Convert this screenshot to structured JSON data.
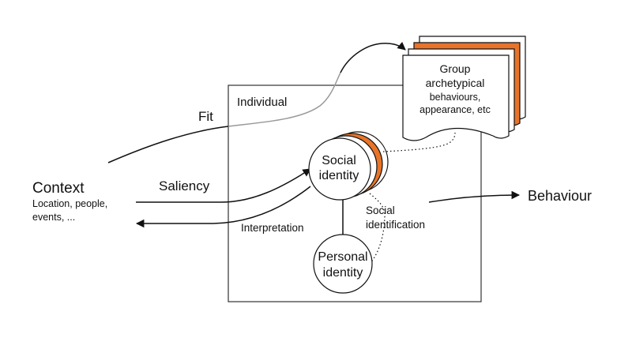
{
  "diagram": {
    "context": {
      "title": "Context",
      "detail_line1": "Location, people,",
      "detail_line2": "events, ..."
    },
    "individual_label": "Individual",
    "fit_label": "Fit",
    "saliency_label": "Saliency",
    "interpretation_label": "Interpretation",
    "social_identity": {
      "line1": "Social",
      "line2": "identity"
    },
    "personal_identity": {
      "line1": "Personal",
      "line2": "identity"
    },
    "social_identification": {
      "line1": "Social",
      "line2": "identification"
    },
    "group_card": {
      "line1": "Group",
      "line2": "archetypical",
      "line3": "behaviours,",
      "line4": "appearance, etc"
    },
    "behaviour_label": "Behaviour",
    "colors": {
      "accent_orange": "#E8742A",
      "line_black": "#111111",
      "fit_curve_gray": "#999999"
    }
  }
}
